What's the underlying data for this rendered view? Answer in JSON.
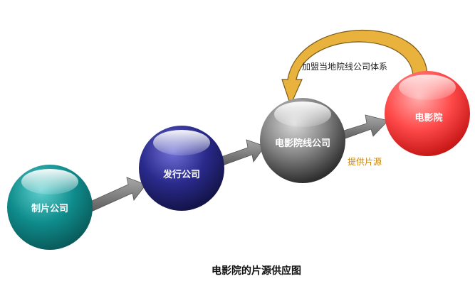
{
  "nodes": [
    {
      "id": "producer",
      "label": "制片公司",
      "color": "#0f8c8c",
      "dark": "#0a5c5c"
    },
    {
      "id": "distributor",
      "label": "发行公司",
      "color": "#2a2a8c",
      "dark": "#1a1a5e"
    },
    {
      "id": "chain",
      "label": "电影院线公司",
      "color": "#8a8a8a",
      "dark": "#3e3e3e"
    },
    {
      "id": "cinema",
      "label": "电影院",
      "color": "#ff4a4a",
      "dark": "#d62020"
    }
  ],
  "annotations": {
    "join_chain": "加盟当地院线公司体系",
    "supply_films": "提供片源"
  },
  "caption": "电影院的片源供应图",
  "colors": {
    "arrow": "#7a7a7a",
    "curved_arrow": "#e8b23c",
    "curved_arrow_stroke": "#7a5a1a",
    "supply_text": "#c8860c"
  }
}
